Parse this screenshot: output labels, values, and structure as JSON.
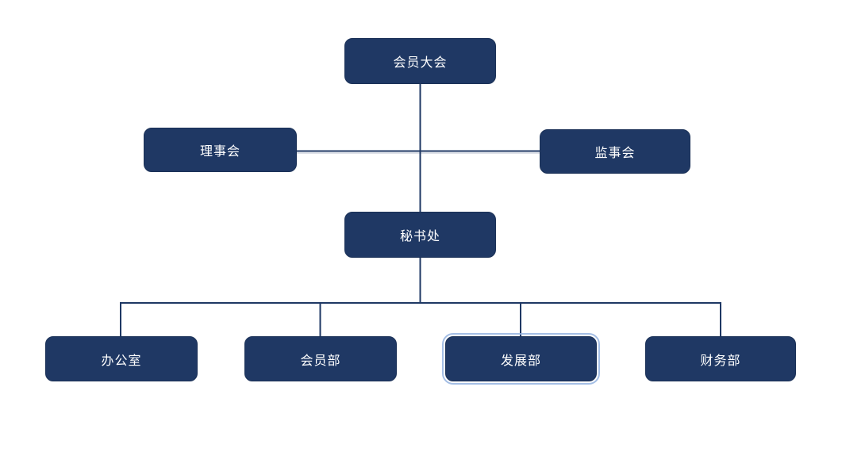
{
  "diagram": {
    "type": "org-chart",
    "background": "#FFFFFF",
    "colors": {
      "node_fill": "#1F3864",
      "node_border": "#1B3157",
      "connector": "#1F3864",
      "selection_outline": "#94B3E1",
      "text": "#FFFFFF"
    },
    "nodes": [
      {
        "label": "会员大会",
        "level": 1,
        "selected": false
      },
      {
        "label": "理事会",
        "level": 2,
        "selected": false
      },
      {
        "label": "监事会",
        "level": 2,
        "selected": false
      },
      {
        "label": "秘书处",
        "level": 3,
        "selected": false
      },
      {
        "label": "办公室",
        "level": 4,
        "selected": false
      },
      {
        "label": "会员部",
        "level": 4,
        "selected": false
      },
      {
        "label": "发展部",
        "level": 4,
        "selected": true
      },
      {
        "label": "财务部",
        "level": 4,
        "selected": false
      }
    ],
    "edges": [
      {
        "from": "会员大会",
        "to": "秘书处"
      },
      {
        "from": "会员大会",
        "to": "理事会"
      },
      {
        "from": "会员大会",
        "to": "监事会"
      },
      {
        "from": "秘书处",
        "to": "办公室"
      },
      {
        "from": "秘书处",
        "to": "会员部"
      },
      {
        "from": "秘书处",
        "to": "发展部"
      },
      {
        "from": "秘书处",
        "to": "财务部"
      }
    ]
  }
}
